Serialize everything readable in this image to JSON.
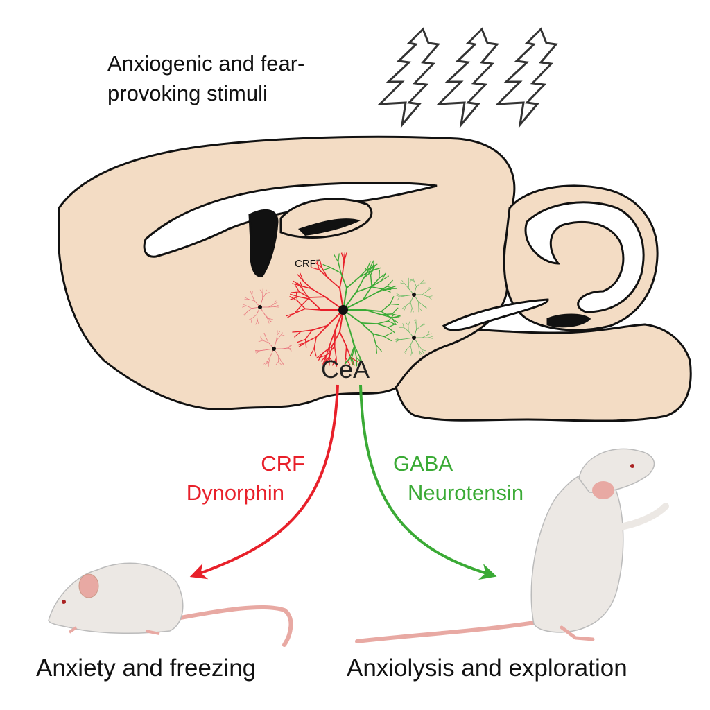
{
  "stimulus_label": {
    "line1": "Anxiogenic and fear-",
    "line2": "provoking stimuli"
  },
  "brain": {
    "neuron_label": "CRF",
    "neuron_label_sup": "+",
    "region_label": "CeA"
  },
  "pathways": {
    "left": {
      "line1": "CRF",
      "line2": "Dynorphin",
      "color": "#e8202a"
    },
    "right": {
      "line1": "GABA",
      "line2": "Neurotensin",
      "color": "#3aaa35"
    }
  },
  "outcomes": {
    "left": "Anxiety and freezing",
    "right": "Anxiolysis and exploration"
  },
  "colors": {
    "brain_fill": "#f3dcc4",
    "outline": "#1a1a1a",
    "mouse_fill": "#ece8e4",
    "ear_tail": "#e8a9a3"
  }
}
